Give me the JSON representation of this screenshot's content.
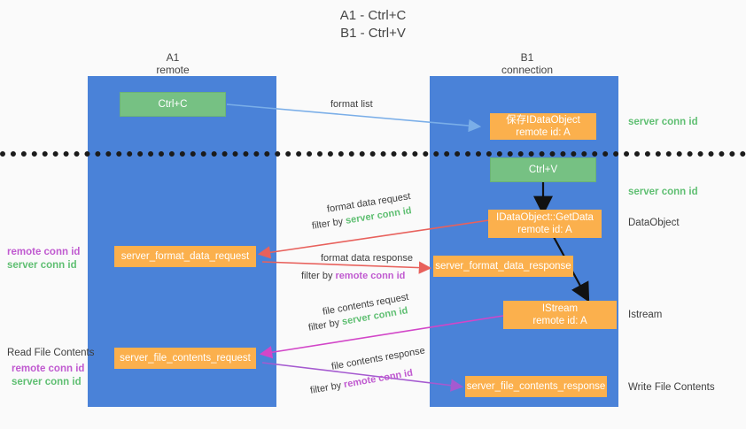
{
  "title": {
    "line1": "A1 - Ctrl+C",
    "line2": "B1 - Ctrl+V"
  },
  "lanes": [
    {
      "name": "A1",
      "sub": "remote"
    },
    {
      "name": "B1",
      "sub": "connection"
    }
  ],
  "boxes": {
    "ctrl_c": "Ctrl+C",
    "ctrl_v": "Ctrl+V",
    "save_idataobject": "保存IDataObject\nremote id: A",
    "getdata": "IDataObject::GetData\nremote id: A",
    "istream": "IStream\nremote id: A",
    "server_format_data_request": "server_format_data_request",
    "server_format_data_response": "server_format_data_response",
    "server_file_contents_request": "server_file_contents_request",
    "server_file_contents_response": "server_file_contents_response"
  },
  "right_labels": {
    "server_conn_id_1": "server conn id",
    "server_conn_id_2": "server conn id",
    "dataobject": "DataObject",
    "istream": "Istream",
    "write_file_contents": "Write File Contents"
  },
  "left_labels": {
    "remote_conn_id_1": "remote conn id",
    "server_conn_id_1": "server conn id",
    "read_file_contents": "Read File Contents",
    "remote_conn_id_2": "remote conn id",
    "server_conn_id_2": "server conn id"
  },
  "edges": {
    "format_list": "format list",
    "format_data_request": "format data request",
    "format_data_request_filter_prefix": "filter by ",
    "format_data_request_filter_value": "server conn id",
    "format_data_response": "format data response",
    "format_data_response_filter_prefix": "filter by ",
    "format_data_response_filter_value": "remote conn id",
    "file_contents_request": "file contents request",
    "file_contents_request_filter_prefix": "filter by ",
    "file_contents_request_filter_value": "server conn id",
    "file_contents_response": "file contents response",
    "file_contents_response_filter_prefix": "filter by ",
    "file_contents_response_filter_value": "remote conn id"
  },
  "colors": {
    "lane": "#4a82d8",
    "green_box": "#76c183",
    "orange_box": "#fbb04d",
    "green_text": "#5fbf72",
    "purple_text": "#c05ad0",
    "blue_arrow": "#7aaee8",
    "red_arrow": "#e8615c",
    "magenta_arrow": "#d246c8",
    "purple_arrow": "#a55ad0",
    "black_arrow": "#111111",
    "background": "#fafafa"
  }
}
